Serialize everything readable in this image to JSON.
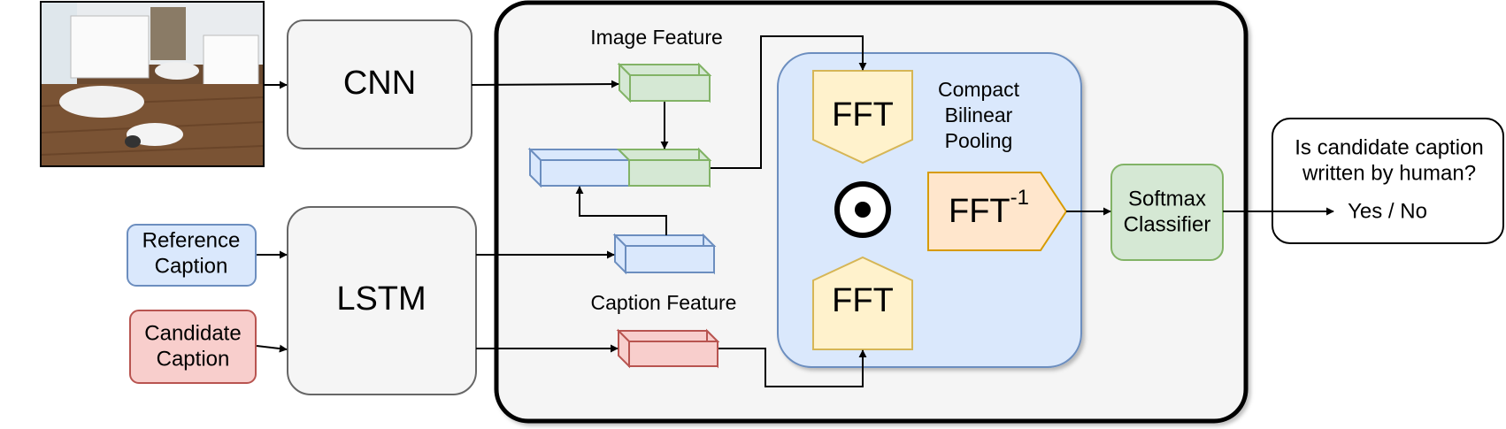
{
  "blocks": {
    "cnn": "CNN",
    "lstm": "LSTM",
    "reference_caption": [
      "Reference",
      "Caption"
    ],
    "candidate_caption": [
      "Candidate",
      "Caption"
    ],
    "softmax": [
      "Softmax",
      "Classifier"
    ],
    "question": [
      "Is candidate caption",
      "written by human?"
    ],
    "answer": "Yes / No"
  },
  "features": {
    "image_feature": "Image Feature",
    "caption_feature": "Caption Feature"
  },
  "pooling": {
    "title": [
      "Compact",
      "Bilinear",
      "Pooling"
    ],
    "fft_top": "FFT",
    "fft_bottom": "FFT",
    "ifft_base": "FFT",
    "ifft_sup": "-1",
    "product_symbol": "⊙"
  },
  "colors": {
    "green_fill": "#d5e8d4",
    "green_stroke": "#82b366",
    "blue_fill": "#dae8fc",
    "blue_stroke": "#6c8ebf",
    "red_fill": "#f8cecc",
    "red_stroke": "#b85450",
    "yellow_fill": "#fff2cc",
    "yellow_stroke": "#d6b656",
    "orange_fill": "#ffe6cc",
    "orange_stroke": "#d79b00",
    "gray_fill": "#f5f5f5",
    "gray_stroke": "#666666"
  },
  "icons": {
    "photo": "dogs-photo-icon",
    "circle_dot": "circle-dot-icon"
  }
}
